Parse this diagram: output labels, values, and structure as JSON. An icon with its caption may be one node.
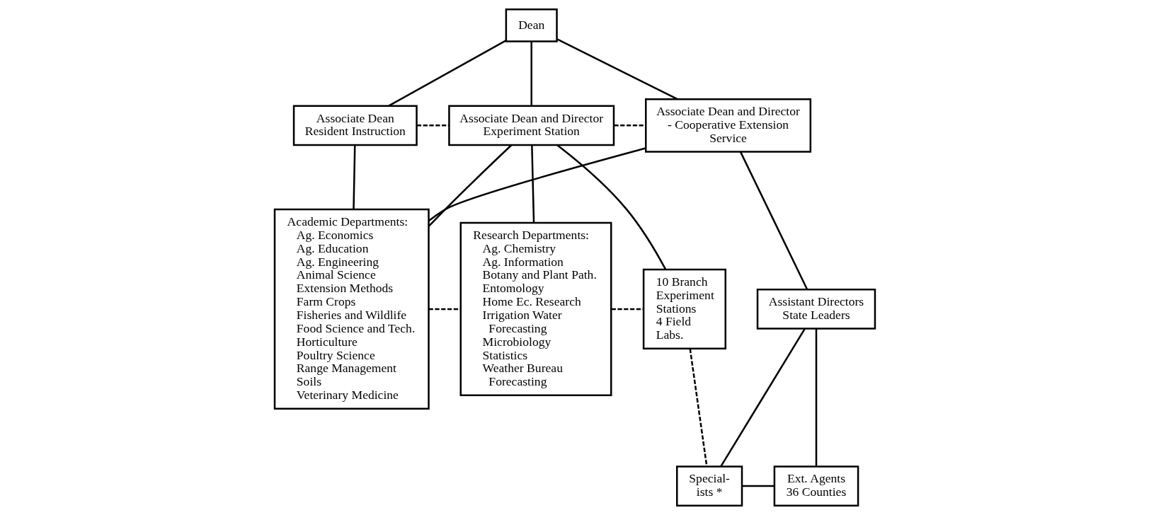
{
  "diagram": {
    "nodes": [
      {
        "text": [
          "Dean"
        ]
      },
      {
        "text": [
          "Associate Dean",
          "Resident Instruction"
        ]
      },
      {
        "text": [
          "Associate Dean and Director",
          "Experiment Station"
        ]
      },
      {
        "text": [
          "Associate Dean and Director - Cooperative Extension Service"
        ]
      },
      {
        "text": [
          "Academic Departments:",
          "Ag. Economics",
          "Ag. Education",
          "Ag. Engineering",
          "Animal Science",
          "Extension Methods",
          "Farm Crops",
          "Fisheries and Wildlife",
          "Food Science and Tech.",
          "Horticulture",
          "Poultry Science",
          "Range Management",
          "Soils",
          "Veterinary Medicine"
        ]
      },
      {
        "text": [
          "Research Departments:",
          "Ag. Chemistry",
          "Ag. Information",
          "Botany and Plant Path.",
          "Entomology",
          "Home Ec. Research",
          "Irrigation Water Forecasting",
          "Microbiology",
          "Statistics",
          "Weather Bureau Forecasting"
        ]
      },
      {
        "text": [
          "10 Branch Experiment Stations",
          "4 Field Labs."
        ]
      },
      {
        "text": [
          "Assistant Directors State Leaders"
        ]
      },
      {
        "text": [
          "Special- ists *"
        ]
      },
      {
        "text": [
          "Ext. Agents 36 Counties"
        ]
      }
    ],
    "edges": [
      {
        "from": 0,
        "to": 1,
        "arrow": "none"
      },
      {
        "from": 0,
        "to": 2,
        "arrow": "none"
      },
      {
        "from": 0,
        "to": 3,
        "arrow": "none"
      },
      {
        "from": 1,
        "to": 2,
        "arrow": "none",
        "style": "dashed"
      },
      {
        "from": 2,
        "to": 3,
        "arrow": "none",
        "style": "dashed"
      },
      {
        "from": 1,
        "to": 4,
        "arrow": "none"
      },
      {
        "from": 2,
        "to": 4,
        "arrow": "none"
      },
      {
        "from": 3,
        "to": 4,
        "arrow": "none"
      },
      {
        "from": 2,
        "to": 5,
        "arrow": "none"
      },
      {
        "from": 2,
        "to": 6,
        "arrow": "none"
      },
      {
        "from": 3,
        "to": 7,
        "arrow": "none"
      },
      {
        "from": 4,
        "to": 5,
        "arrow": "none",
        "style": "dashed"
      },
      {
        "from": 5,
        "to": 6,
        "arrow": "none",
        "style": "dashed"
      },
      {
        "from": 6,
        "to": 8,
        "arrow": "none",
        "style": "dashed"
      },
      {
        "from": 7,
        "to": 8,
        "arrow": "none"
      },
      {
        "from": 7,
        "to": 9,
        "arrow": "none"
      },
      {
        "from": 8,
        "to": 9,
        "arrow": "none"
      }
    ]
  }
}
